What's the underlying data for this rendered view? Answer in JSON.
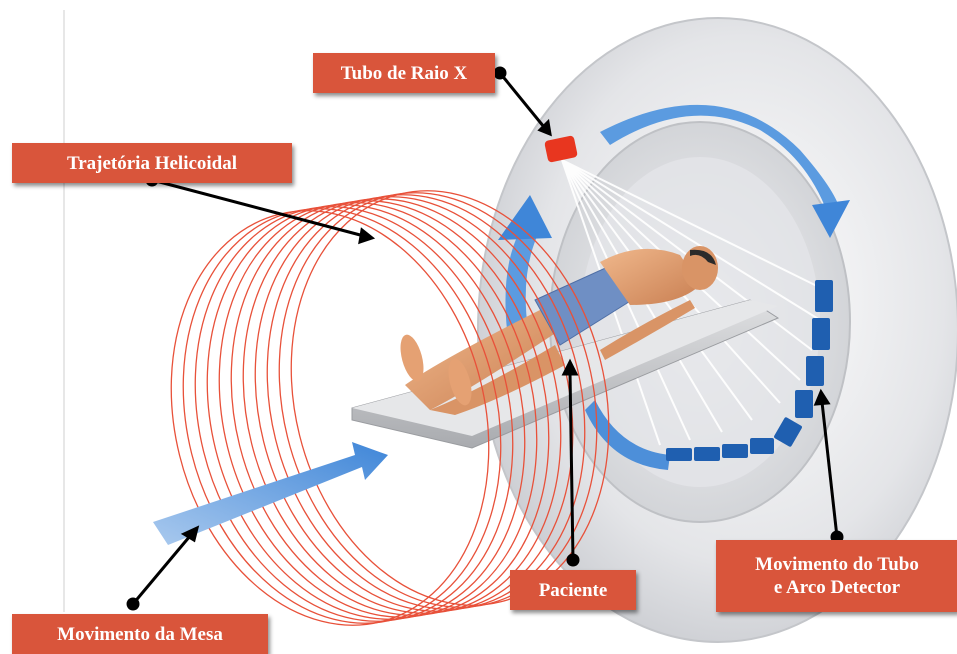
{
  "labels": {
    "tube": "Tubo de Raio X",
    "trajectory": "Trajetória Helicoidal",
    "patient": "Paciente",
    "tube_movement_line1": "Movimento do Tubo",
    "tube_movement_line2": "e Arco Detector",
    "table_movement": "Movimento da Mesa"
  },
  "colors": {
    "label_bg": "#d9553b",
    "helix": "#e8513a",
    "arrow_blue": "#4a8fd6",
    "detector": "#1f5fb0",
    "tube": "#e8361f",
    "gantry": "#e9eaec",
    "pointer": "#000000"
  },
  "icons": {
    "gantry": "ct-gantry-ring",
    "tube": "x-ray-tube",
    "detector": "detector-array",
    "patient": "patient-figure",
    "table": "patient-table",
    "helix": "helical-trajectory"
  }
}
